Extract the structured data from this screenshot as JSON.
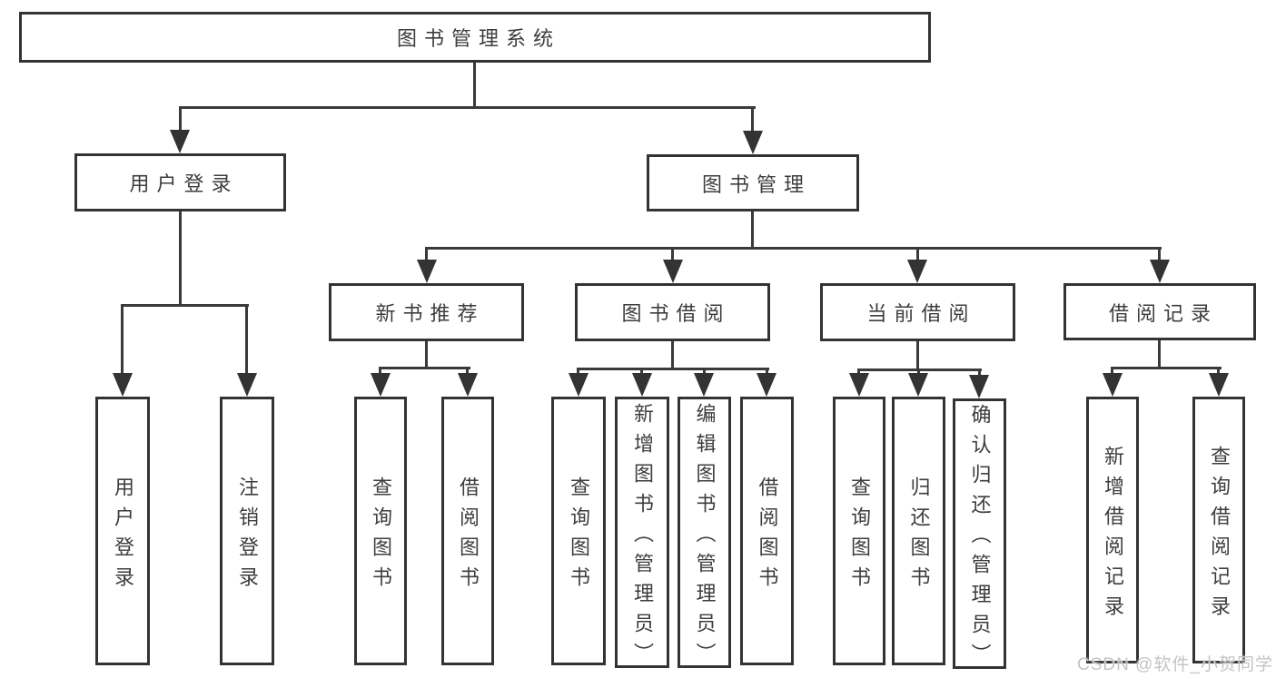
{
  "tree": {
    "label": "图书管理系统",
    "children": [
      {
        "label": "用户登录",
        "children": [
          {
            "label": "用户登录"
          },
          {
            "label": "注销登录"
          }
        ]
      },
      {
        "label": "图书管理",
        "children": [
          {
            "label": "新书推荐",
            "children": [
              {
                "label": "查询图书"
              },
              {
                "label": "借阅图书"
              }
            ]
          },
          {
            "label": "图书借阅",
            "children": [
              {
                "label": "查询图书"
              },
              {
                "label": "新增图书（管理员）"
              },
              {
                "label": "编辑图书（管理员）"
              },
              {
                "label": "借阅图书"
              }
            ]
          },
          {
            "label": "当前借阅",
            "children": [
              {
                "label": "查询图书"
              },
              {
                "label": "归还图书"
              },
              {
                "label": "确认归还（管理员）"
              }
            ]
          },
          {
            "label": "借阅记录",
            "children": [
              {
                "label": "新增借阅记录"
              },
              {
                "label": "查询借阅记录"
              }
            ]
          }
        ]
      }
    ]
  },
  "watermark": "CSDN @软件_小贺同学",
  "colors": {
    "background": "#ffffff",
    "line": "#3a3a3a",
    "box_border": "#333333",
    "text": "#3d3d3d",
    "watermark": "#c4c4c4"
  }
}
